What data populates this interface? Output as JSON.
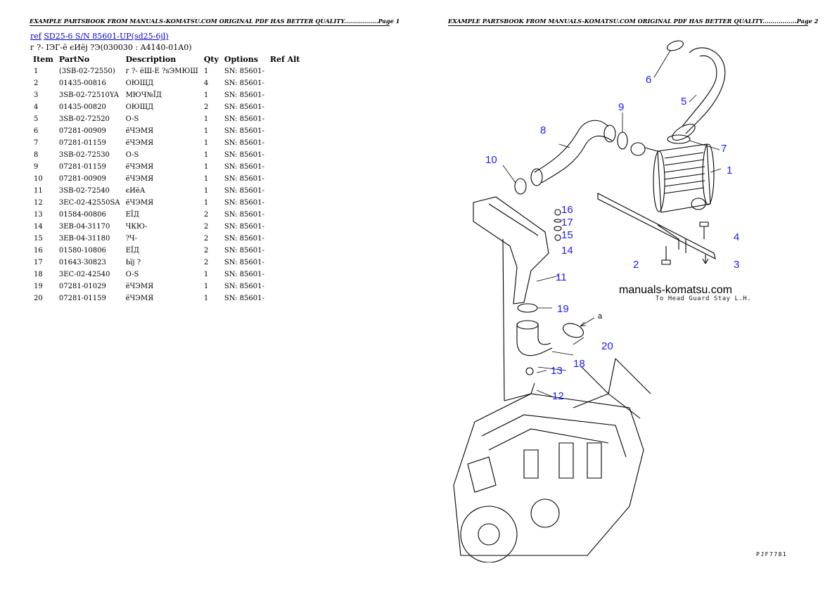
{
  "header_text": "EXAMPLE PARTSBOOK FROM MANUALS-KOMATSU.COM ORIGINAL PDF HAS BETTER QUALITY.................Page 1",
  "header_text_2": "EXAMPLE PARTSBOOK FROM MANUALS-KOMATSU.COM ORIGINAL PDF HAS BETTER QUALITY.................Page 2",
  "ref_prefix": "ref",
  "ref_link": "SD25-6 S/N  85601-UP(sd25-6jl)",
  "subtitle": "г ?- ІЭГ-ё єИёј ?Э(030030 : A4140-01A0)",
  "columns": [
    "Item",
    "PartNo",
    "Description",
    "Qty",
    "Options",
    "Ref Alt"
  ],
  "rows": [
    [
      "1",
      "(3SB-02-72550)",
      "г ?- ёШ-Е ?sЭМЮШ",
      "1",
      "SN: 85601-"
    ],
    [
      "2",
      "01435-00816",
      "ОЮЩД",
      "4",
      "SN: 85601-"
    ],
    [
      "3",
      "3SB-02-72510YA",
      "МЮЧ№ЇД",
      "1",
      "SN: 85601-"
    ],
    [
      "4",
      "01435-00820",
      "ОЮЩД",
      "2",
      "SN: 85601-"
    ],
    [
      "5",
      "3SB-02-72520",
      "O-S",
      "1",
      "SN: 85601-"
    ],
    [
      "6",
      "07281-00909",
      "ёЧЭМЯ",
      "1",
      "SN: 85601-"
    ],
    [
      "7",
      "07281-01159",
      "ёЧЭМЯ",
      "1",
      "SN: 85601-"
    ],
    [
      "8",
      "3SB-02-72530",
      "O-S",
      "1",
      "SN: 85601-"
    ],
    [
      "9",
      "07281-01159",
      "ёЧЭМЯ",
      "1",
      "SN: 85601-"
    ],
    [
      "10",
      "07281-00909",
      "ёЧЭМЯ",
      "1",
      "SN: 85601-"
    ],
    [
      "11",
      "3SB-02-72540",
      "єИёА",
      "1",
      "SN: 85601-"
    ],
    [
      "12",
      "3EC-02-42550SA",
      "ёЧЭМЯ",
      "1",
      "SN: 85601-"
    ],
    [
      "13",
      "01584-00806",
      "ЕЇД",
      "2",
      "SN: 85601-"
    ],
    [
      "14",
      "3EB-04-31170",
      "ЧКЮ-",
      "2",
      "SN: 85601-"
    ],
    [
      "15",
      "3EB-04-31180",
      "?Ч-",
      "2",
      "SN: 85601-"
    ],
    [
      "16",
      "01580-10806",
      "ЕЇД",
      "2",
      "SN: 85601-"
    ],
    [
      "17",
      "01643-30823",
      "Ьїј ?",
      "2",
      "SN: 85601-"
    ],
    [
      "18",
      "3EC-02-42540",
      "O-S",
      "1",
      "SN: 85601-"
    ],
    [
      "19",
      "07281-01029",
      "ёЧЭМЯ",
      "1",
      "SN: 85601-"
    ],
    [
      "20",
      "07281-01159",
      "ёЧЭМЯ",
      "1",
      "SN: 85601-"
    ]
  ],
  "diagram": {
    "callouts": [
      "1",
      "2",
      "3",
      "4",
      "5",
      "6",
      "7",
      "8",
      "9",
      "10",
      "11",
      "12",
      "13",
      "14",
      "15",
      "16",
      "17",
      "18",
      "19",
      "20"
    ],
    "watermark": "manuals-komatsu.com",
    "note": "To Head Guard Stay L.H.",
    "arrow_label": "a",
    "figure_code": "PJF7781"
  }
}
